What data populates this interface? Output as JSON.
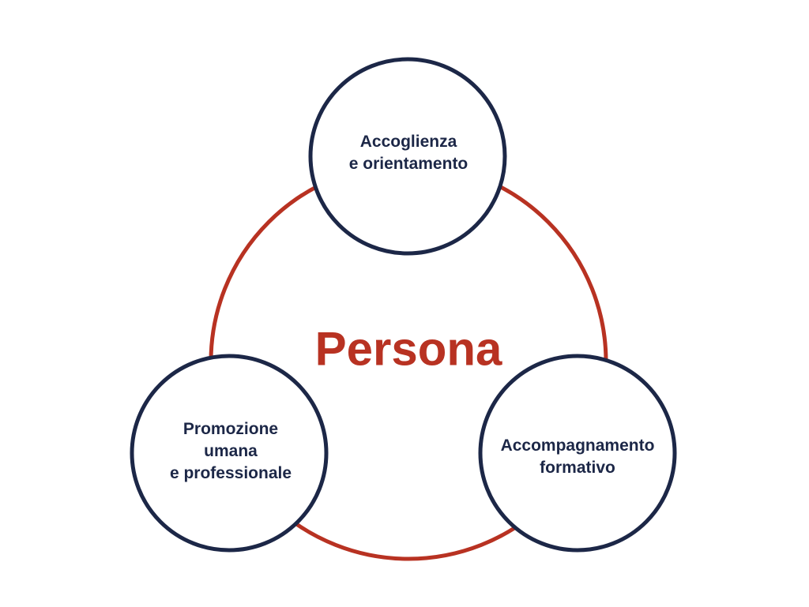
{
  "colors": {
    "ring": "#b83222",
    "node_border": "#1c2747",
    "center_text": "#b83222",
    "node_text": "#1c2747"
  },
  "center": {
    "label": "Persona"
  },
  "nodes": [
    {
      "line1": "Accoglienza",
      "line2": "e orientamento"
    },
    {
      "line1": "Promozione",
      "line2": "umana",
      "line3": "e professionale"
    },
    {
      "line1": "Accompagnamento",
      "line2": "formativo"
    }
  ]
}
